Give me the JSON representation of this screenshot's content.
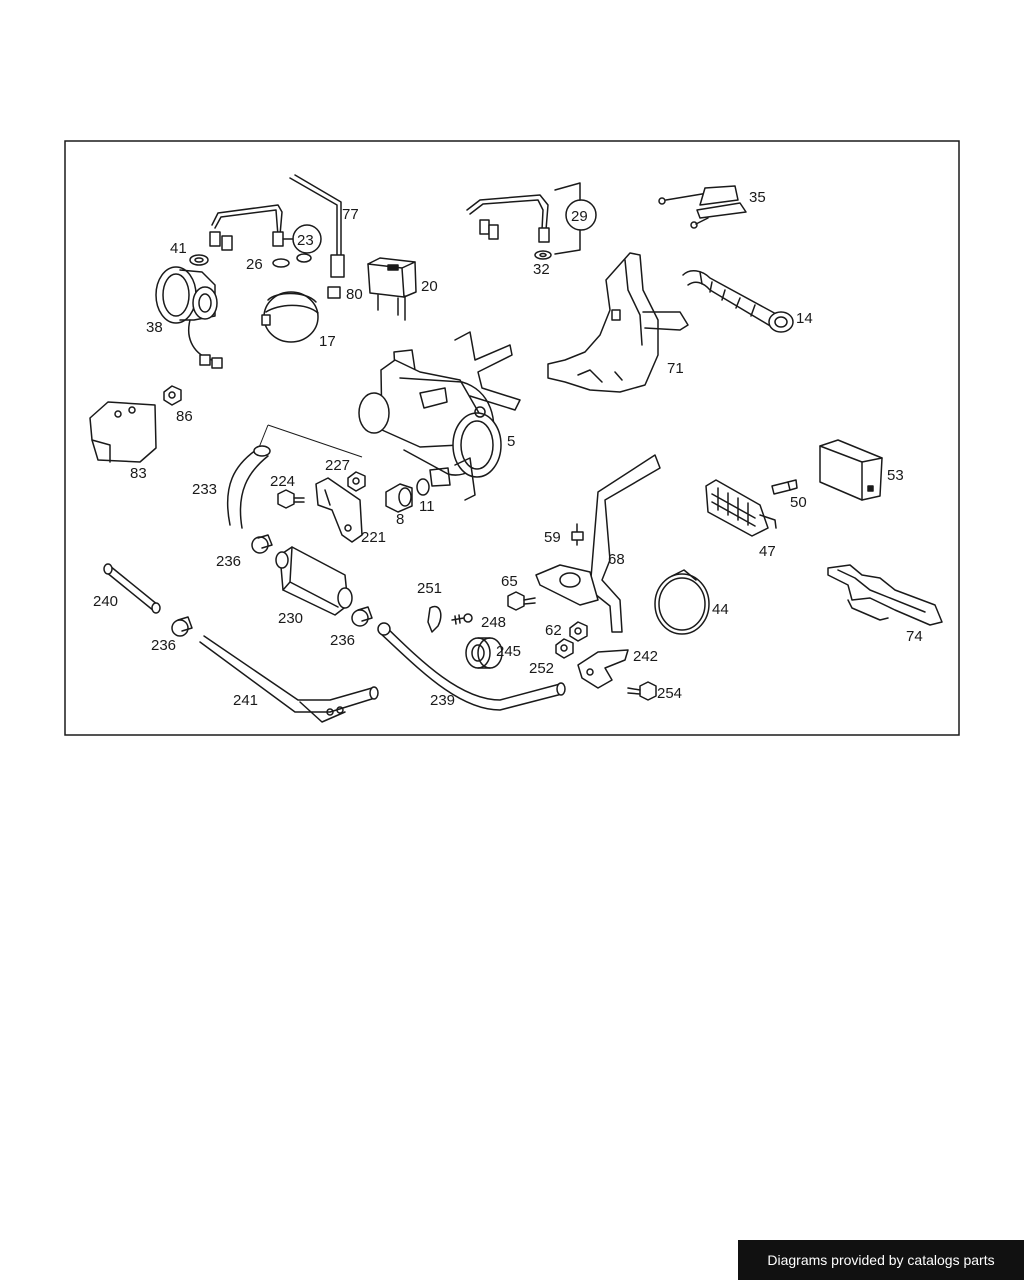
{
  "labels": [
    {
      "id": "p5",
      "text": "5"
    },
    {
      "id": "p8",
      "text": "8"
    },
    {
      "id": "p11",
      "text": "11"
    },
    {
      "id": "p14",
      "text": "14"
    },
    {
      "id": "p17",
      "text": "17"
    },
    {
      "id": "p20",
      "text": "20"
    },
    {
      "id": "p23",
      "text": "23"
    },
    {
      "id": "p26",
      "text": "26"
    },
    {
      "id": "p29",
      "text": "29"
    },
    {
      "id": "p32",
      "text": "32"
    },
    {
      "id": "p35",
      "text": "35"
    },
    {
      "id": "p38",
      "text": "38"
    },
    {
      "id": "p41",
      "text": "41"
    },
    {
      "id": "p44",
      "text": "44"
    },
    {
      "id": "p47",
      "text": "47"
    },
    {
      "id": "p50",
      "text": "50"
    },
    {
      "id": "p53",
      "text": "53"
    },
    {
      "id": "p59",
      "text": "59"
    },
    {
      "id": "p62",
      "text": "62"
    },
    {
      "id": "p65",
      "text": "65"
    },
    {
      "id": "p68",
      "text": "68"
    },
    {
      "id": "p71",
      "text": "71"
    },
    {
      "id": "p74",
      "text": "74"
    },
    {
      "id": "p77",
      "text": "77"
    },
    {
      "id": "p80",
      "text": "80"
    },
    {
      "id": "p83",
      "text": "83"
    },
    {
      "id": "p86",
      "text": "86"
    },
    {
      "id": "p221",
      "text": "221"
    },
    {
      "id": "p224",
      "text": "224"
    },
    {
      "id": "p227",
      "text": "227"
    },
    {
      "id": "p230",
      "text": "230"
    },
    {
      "id": "p233",
      "text": "233"
    },
    {
      "id": "p236a",
      "text": "236"
    },
    {
      "id": "p236b",
      "text": "236"
    },
    {
      "id": "p236c",
      "text": "236"
    },
    {
      "id": "p239",
      "text": "239"
    },
    {
      "id": "p240",
      "text": "240"
    },
    {
      "id": "p241",
      "text": "241"
    },
    {
      "id": "p242",
      "text": "242"
    },
    {
      "id": "p245",
      "text": "245"
    },
    {
      "id": "p248",
      "text": "248"
    },
    {
      "id": "p251",
      "text": "251"
    },
    {
      "id": "p252",
      "text": "252"
    },
    {
      "id": "p254",
      "text": "254"
    }
  ],
  "footer": {
    "credit": "Diagrams provided by catalogs parts"
  }
}
